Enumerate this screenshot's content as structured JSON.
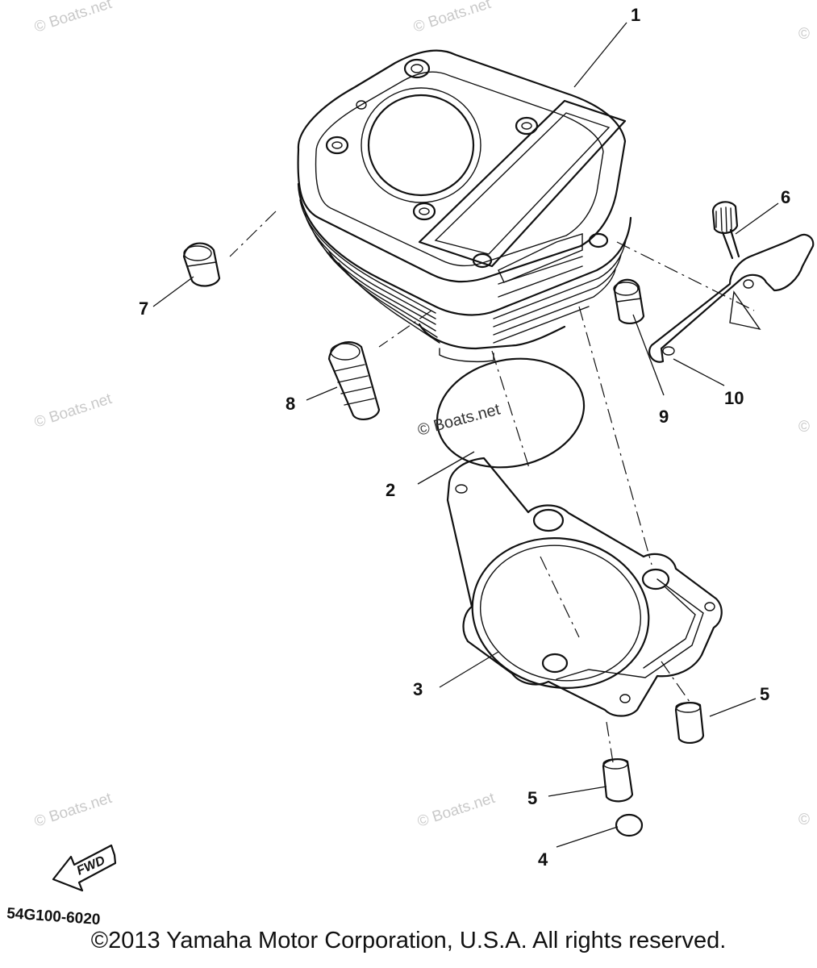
{
  "callouts": {
    "c1": "1",
    "c2": "2",
    "c3": "3",
    "c4": "4",
    "c5a": "5",
    "c5b": "5",
    "c6": "6",
    "c7": "7",
    "c8": "8",
    "c9": "9",
    "c10": "10"
  },
  "watermarks": {
    "w1": "© Boats.net",
    "w2": "© Boats.net",
    "w3": "© Boats.net",
    "w4": "© Boats.net",
    "w5": "© Boats.net",
    "w6": "© Boats.net",
    "w7": "©",
    "w8": "©",
    "w9": "©"
  },
  "fwd_label": "FWD",
  "diagram_code": "54G100-6020",
  "copyright": "©2013 Yamaha Motor Corporation, U.S.A. All rights reserved."
}
